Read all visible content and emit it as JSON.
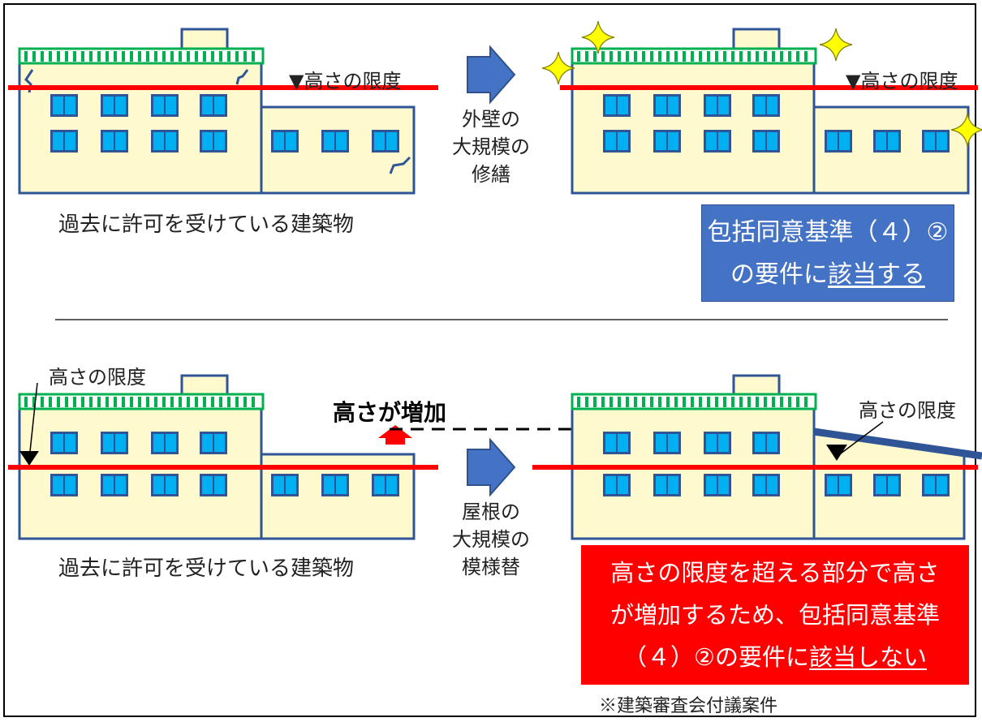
{
  "top": {
    "height_limit_label": "▼高さの限度",
    "height_limit_label_right": "▼高さの限度",
    "arrow_text": [
      "外壁の",
      "大規模の",
      "修繕"
    ],
    "caption": "過去に許可を受けている建築物",
    "result_box": {
      "line1": "包括同意基準（４）②",
      "line2_prefix": "の要件に",
      "line2_emphasis": "該当する"
    }
  },
  "bottom": {
    "height_limit_label_left": "高さの限度",
    "height_limit_label_right": "高さの限度",
    "height_increase_label": "高さが増加",
    "arrow_text": [
      "屋根の",
      "大規模の",
      "模様替"
    ],
    "caption": "過去に許可を受けている建築物",
    "result_box": {
      "line1": "高さの限度を超える部分で高さ",
      "line2": "が増加するため、包括同意基準",
      "line3_prefix": "（４）②の要件に",
      "line3_emphasis": "該当しない"
    },
    "note": "※建築審査会付議案件"
  },
  "colors": {
    "building_fill": "#fffacd",
    "building_stroke": "#2f5597",
    "window_fill": "#00b0f0",
    "railing": "#00b050",
    "limit_line": "#ff0000",
    "arrow": "#4472c4",
    "blue_box": "#4472c4",
    "red_box": "#ff0000",
    "sparkle": "#ffff00"
  }
}
